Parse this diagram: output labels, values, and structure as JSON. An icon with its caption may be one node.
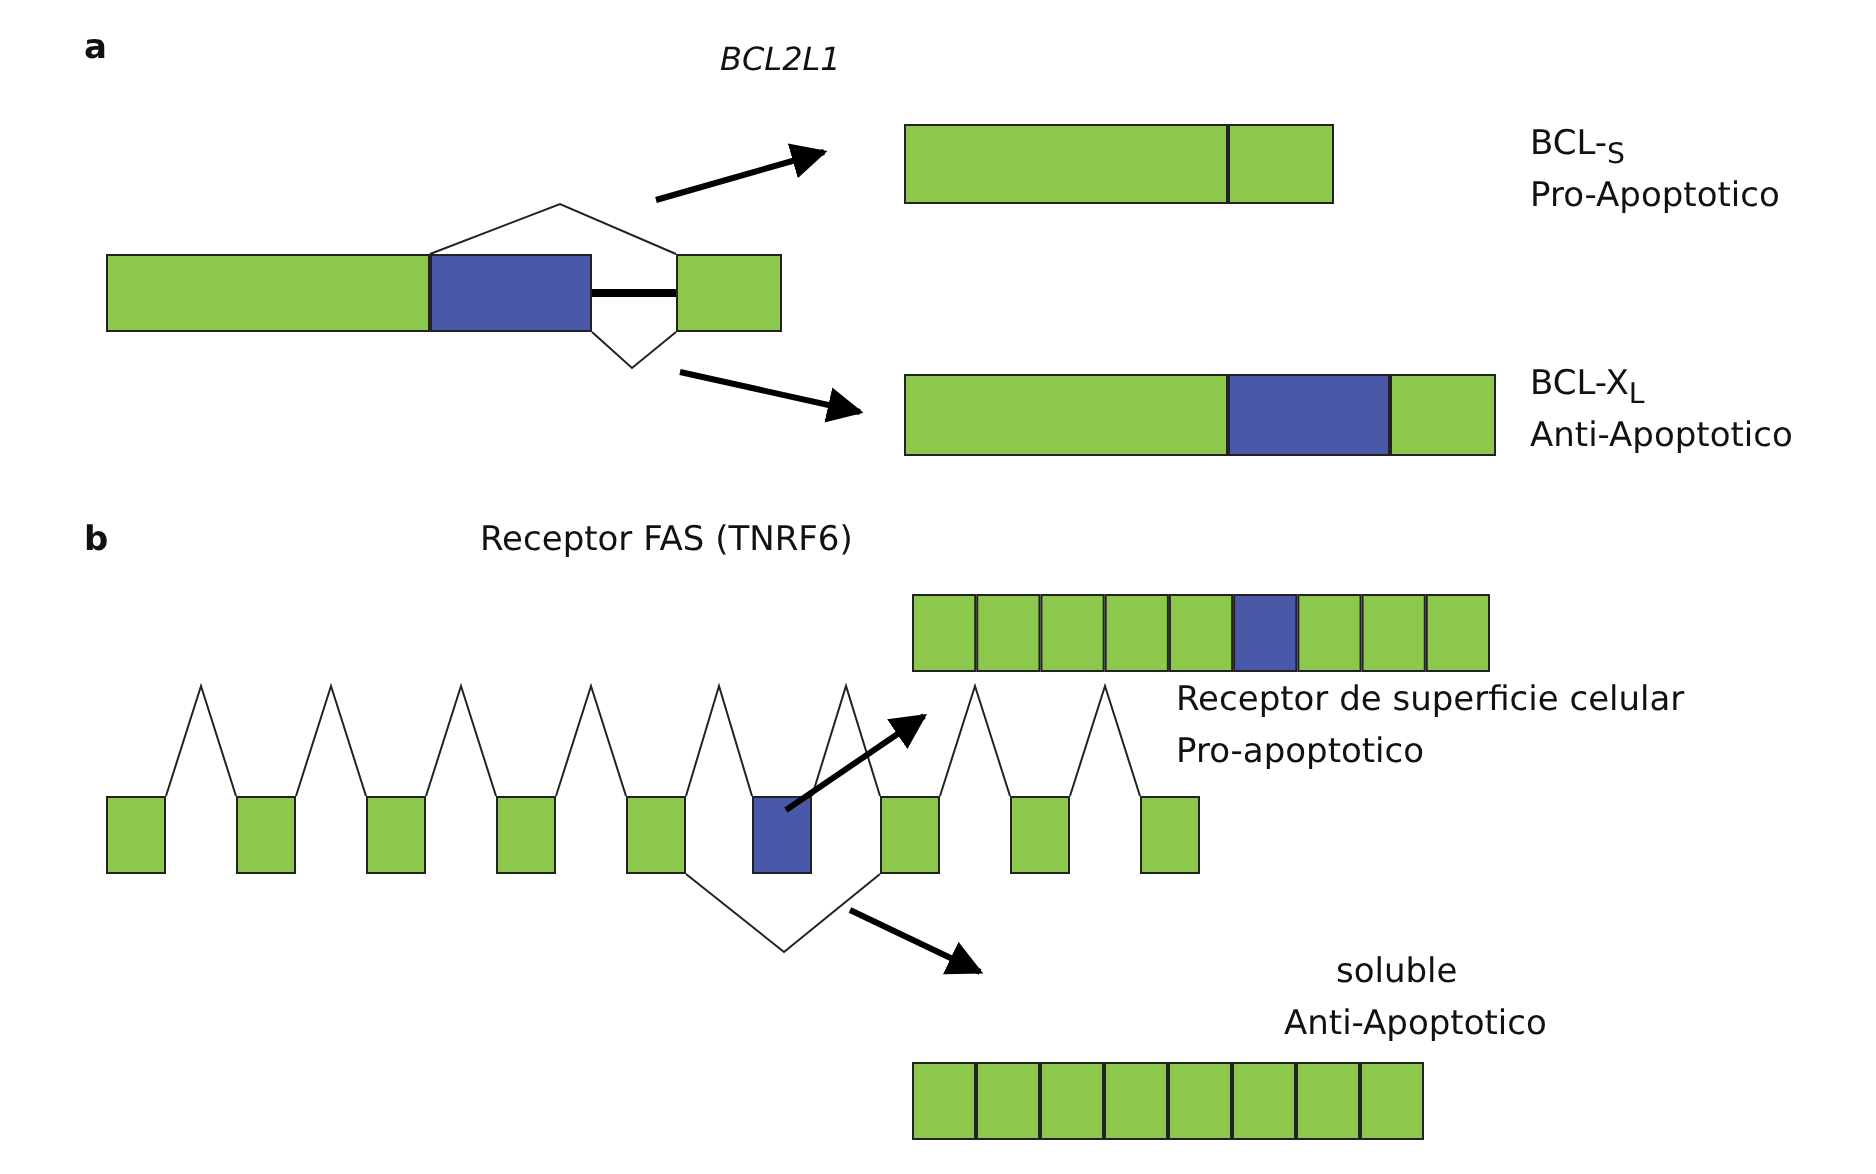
{
  "diagram": {
    "nodes": [
      {
        "text": [],
        "shape": "bar",
        "beside": [
          "BCL-$_{S}$",
          "Pro-Apoptotico"
        ]
      },
      {
        "text": [],
        "shape": "bar"
      },
      {
        "text": [],
        "shape": "bar",
        "beside": [
          "BCL-X$_{L}$",
          "Anti-Apoptotico"
        ]
      },
      {
        "text": [],
        "shape": "bar",
        "beside": [
          "Receptor de superficie celular",
          "Pro-apoptotico"
        ]
      },
      {
        "text": [],
        "shape": "bar"
      },
      {
        "text": [],
        "shape": "bar",
        "beside": [
          "soluble",
          "Anti-Apoptotico"
        ]
      }
    ],
    "edges": [
      {
        "from": 1,
        "to": 0,
        "arrow": "to"
      },
      {
        "from": 1,
        "to": 2,
        "arrow": "to"
      },
      {
        "from": 4,
        "to": 3,
        "arrow": "to"
      },
      {
        "from": 4,
        "to": 5,
        "arrow": "to"
      }
    ],
    "labels": [
      "a",
      "BCL2L1",
      "b",
      "Receptor FAS (TNRF6)"
    ]
  }
}
